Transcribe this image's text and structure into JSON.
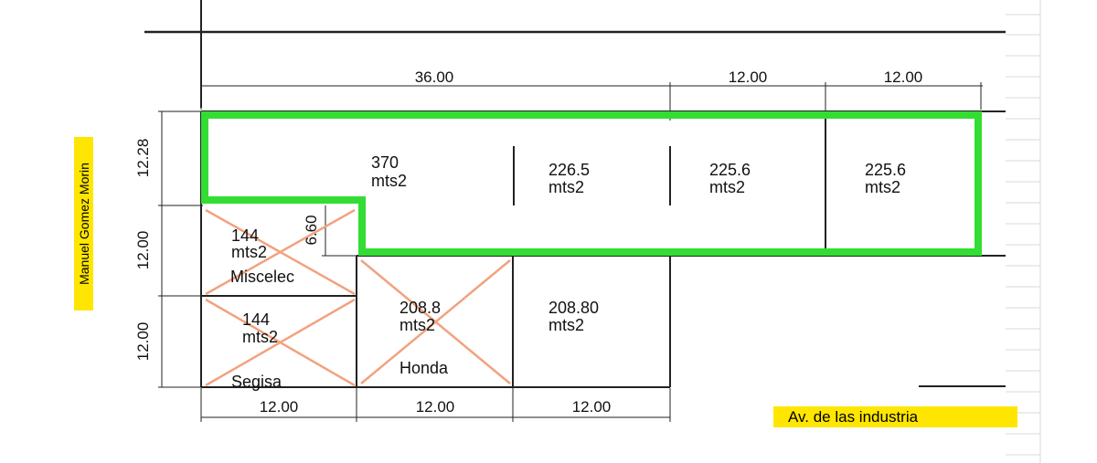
{
  "plan": {
    "top_dimensions": [
      "36.00",
      "12.00",
      "12.00"
    ],
    "bottom_dimensions": [
      "12.00",
      "12.00",
      "12.00"
    ],
    "left_dimensions": [
      "12.28",
      "12.00",
      "12.00"
    ],
    "small_dimension": "6.60",
    "lots": {
      "lot_370": {
        "area": "370",
        "unit": "mts2"
      },
      "lot_226_5": {
        "area": "226.5",
        "unit": "mts2"
      },
      "lot_225_6_a": {
        "area": "225.6",
        "unit": "mts2"
      },
      "lot_225_6_b": {
        "area": "225.6",
        "unit": "mts2"
      },
      "lot_miscelec": {
        "area": "144",
        "unit": "mts2",
        "tenant": "Miscelec"
      },
      "lot_segisa": {
        "area": "144",
        "unit": "mts2",
        "tenant": "Segisa"
      },
      "lot_honda": {
        "area": "208.8",
        "unit": "mts2",
        "tenant": "Honda"
      },
      "lot_208_80": {
        "area": "208.80",
        "unit": "mts2"
      }
    },
    "streets": {
      "left": "Manuel Gomez Morin",
      "bottom": "Av. de las industria"
    },
    "colors": {
      "highlight": "#33dd33",
      "cross": "#f2a27f",
      "street_bg": "#ffe600"
    }
  }
}
